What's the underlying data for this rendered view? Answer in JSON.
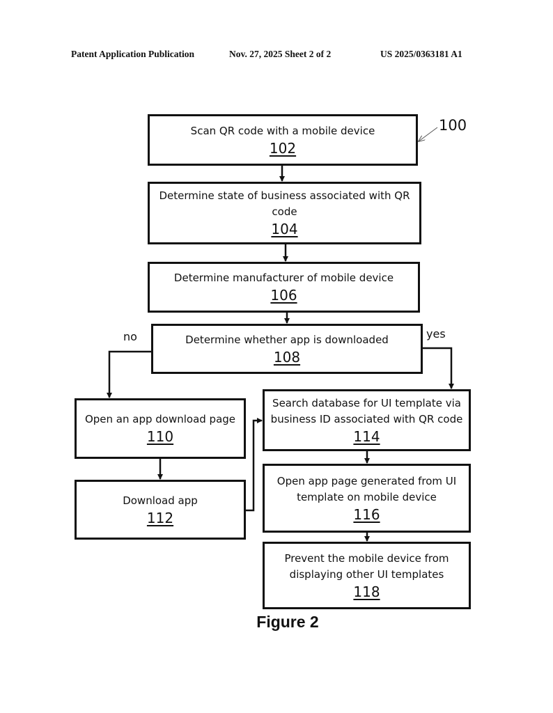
{
  "header": {
    "left": "Patent Application Publication",
    "date_sheet": "Nov. 27, 2025  Sheet 2 of 2",
    "number": "US 2025/0363181 A1"
  },
  "diagram": {
    "reference": "100",
    "steps": [
      {
        "id": "102",
        "text": "Scan QR code with a mobile device"
      },
      {
        "id": "104",
        "text": "Determine state of business associated with QR code"
      },
      {
        "id": "106",
        "text": "Determine manufacturer of mobile device"
      },
      {
        "id": "108",
        "text": "Determine whether app is downloaded"
      },
      {
        "id": "110",
        "text": "Open an app download page"
      },
      {
        "id": "112",
        "text": "Download app"
      },
      {
        "id": "114",
        "text": "Search database for UI template via business ID associated with QR code"
      },
      {
        "id": "116",
        "text": "Open app page generated from UI template on mobile device"
      },
      {
        "id": "118",
        "text": "Prevent the mobile device from displaying other UI templates"
      }
    ],
    "branch_labels": {
      "no": "no",
      "yes": "yes"
    },
    "edges": [
      {
        "from": "102",
        "to": "104"
      },
      {
        "from": "104",
        "to": "106"
      },
      {
        "from": "106",
        "to": "108"
      },
      {
        "from": "108",
        "to": "110",
        "label": "no"
      },
      {
        "from": "108",
        "to": "114",
        "label": "yes"
      },
      {
        "from": "110",
        "to": "112"
      },
      {
        "from": "112",
        "to": "114"
      },
      {
        "from": "114",
        "to": "116"
      },
      {
        "from": "116",
        "to": "118"
      }
    ]
  },
  "caption": "Figure 2"
}
